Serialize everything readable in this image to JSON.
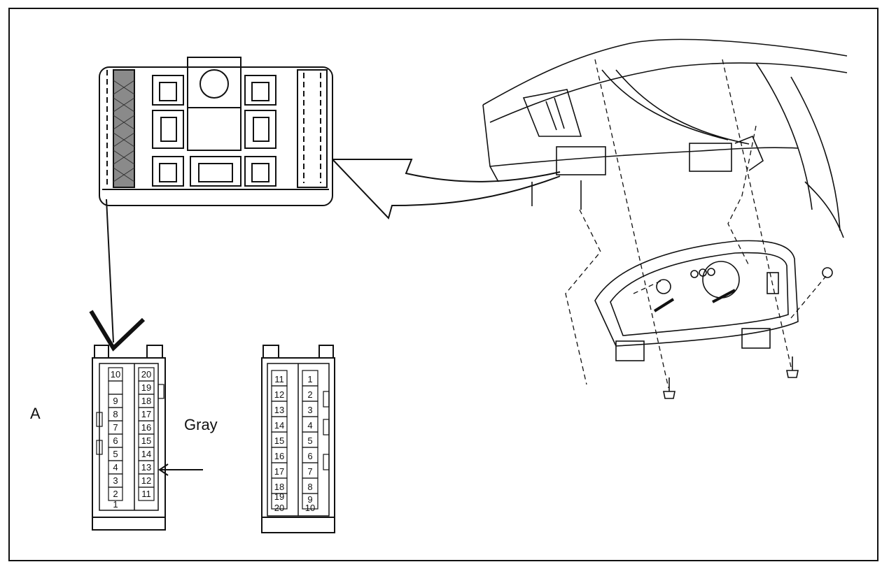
{
  "labels": {
    "connector_id": "A",
    "wire_color": "Gray"
  },
  "connector_left": {
    "column_a_pins": [
      "1",
      "2",
      "3",
      "4",
      "5",
      "6",
      "7",
      "8",
      "9",
      "10"
    ],
    "column_b_pins": [
      "11",
      "12",
      "13",
      "14",
      "15",
      "16",
      "17",
      "18",
      "19",
      "20"
    ]
  },
  "connector_right": {
    "column_a_pins": [
      "11",
      "12",
      "13",
      "14",
      "15",
      "16",
      "17",
      "18",
      "19",
      "20"
    ],
    "column_b_pins": [
      "1",
      "2",
      "3",
      "4",
      "5",
      "6",
      "7",
      "8",
      "9",
      "10"
    ]
  },
  "colors": {
    "ink": "#111111",
    "background": "#ffffff"
  }
}
